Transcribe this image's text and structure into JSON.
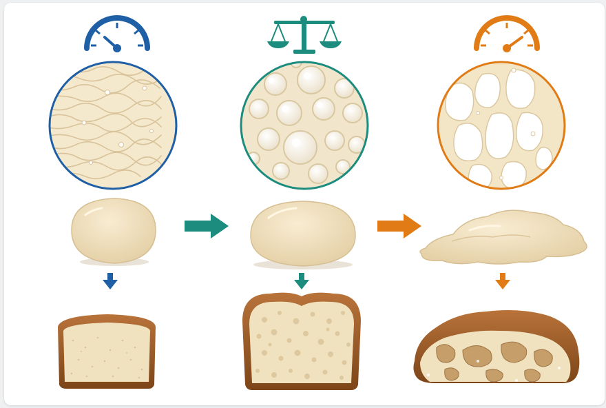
{
  "stages": [
    {
      "id": "under-proofed",
      "accent": "#1f5fa6",
      "symbol": "gauge-low-icon",
      "crumb": "tight-gluten-texture",
      "dough": "tight-dough-ball",
      "bread": "dense-fine-crumb-loaf"
    },
    {
      "id": "properly-proofed",
      "accent": "#1b8c7d",
      "symbol": "balance-scale-icon",
      "crumb": "balanced-bubble-texture",
      "dough": "rounded-dough",
      "bread": "open-even-crumb-loaf"
    },
    {
      "id": "over-proofed",
      "accent": "#e07b16",
      "symbol": "gauge-high-icon",
      "crumb": "collapsed-web-texture",
      "dough": "spread-flat-dough",
      "bread": "cavernous-collapsed-loaf"
    }
  ],
  "flow": {
    "arrow1": "#1b8c7d",
    "arrow2": "#e07b16"
  },
  "colors": {
    "dough": "#f2e3c4",
    "dough_shade": "#e6d2ab",
    "crust": "#a8642a",
    "crust_dark": "#7d4518",
    "crumb": "#f3e6c7"
  }
}
